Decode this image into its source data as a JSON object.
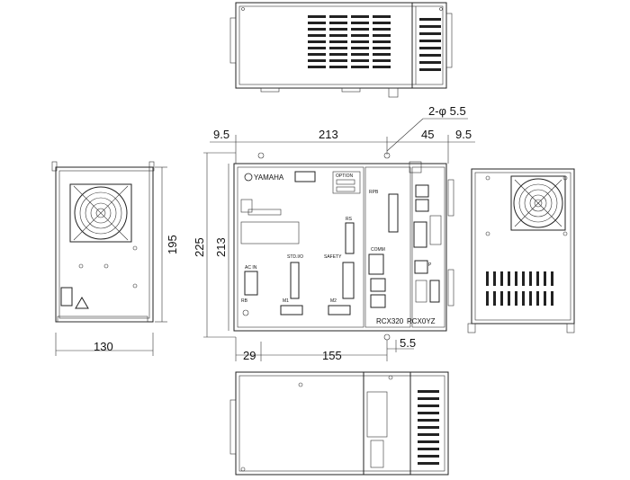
{
  "dimensions": {
    "hole_spec": "2-φ 5.5",
    "left_margin": "9.5",
    "main_width": "213",
    "side_width": "45",
    "right_margin": "9.5",
    "overall_height": "225",
    "mount_height": "213",
    "side_depth_height": "195",
    "side_depth_width": "130",
    "bottom_left_offset": "29",
    "bottom_hole_spacing": "155",
    "bottom_hole_dia": "5.5"
  },
  "front_panel": {
    "brand": "YAMAHA",
    "option_label": "OPTION",
    "model_label": "RCX320",
    "sub_model_label": "RCX0YZ",
    "safety_label": "SAFETY",
    "std_io_label": "STD.I/O",
    "rs_label": "RS",
    "ac_label": "AC IN",
    "p_label": "P",
    "m1_label": "M1",
    "m2_label": "M2",
    "rb_label": "RB",
    "comm_label": "COMM",
    "rpb_label": "RPB"
  }
}
